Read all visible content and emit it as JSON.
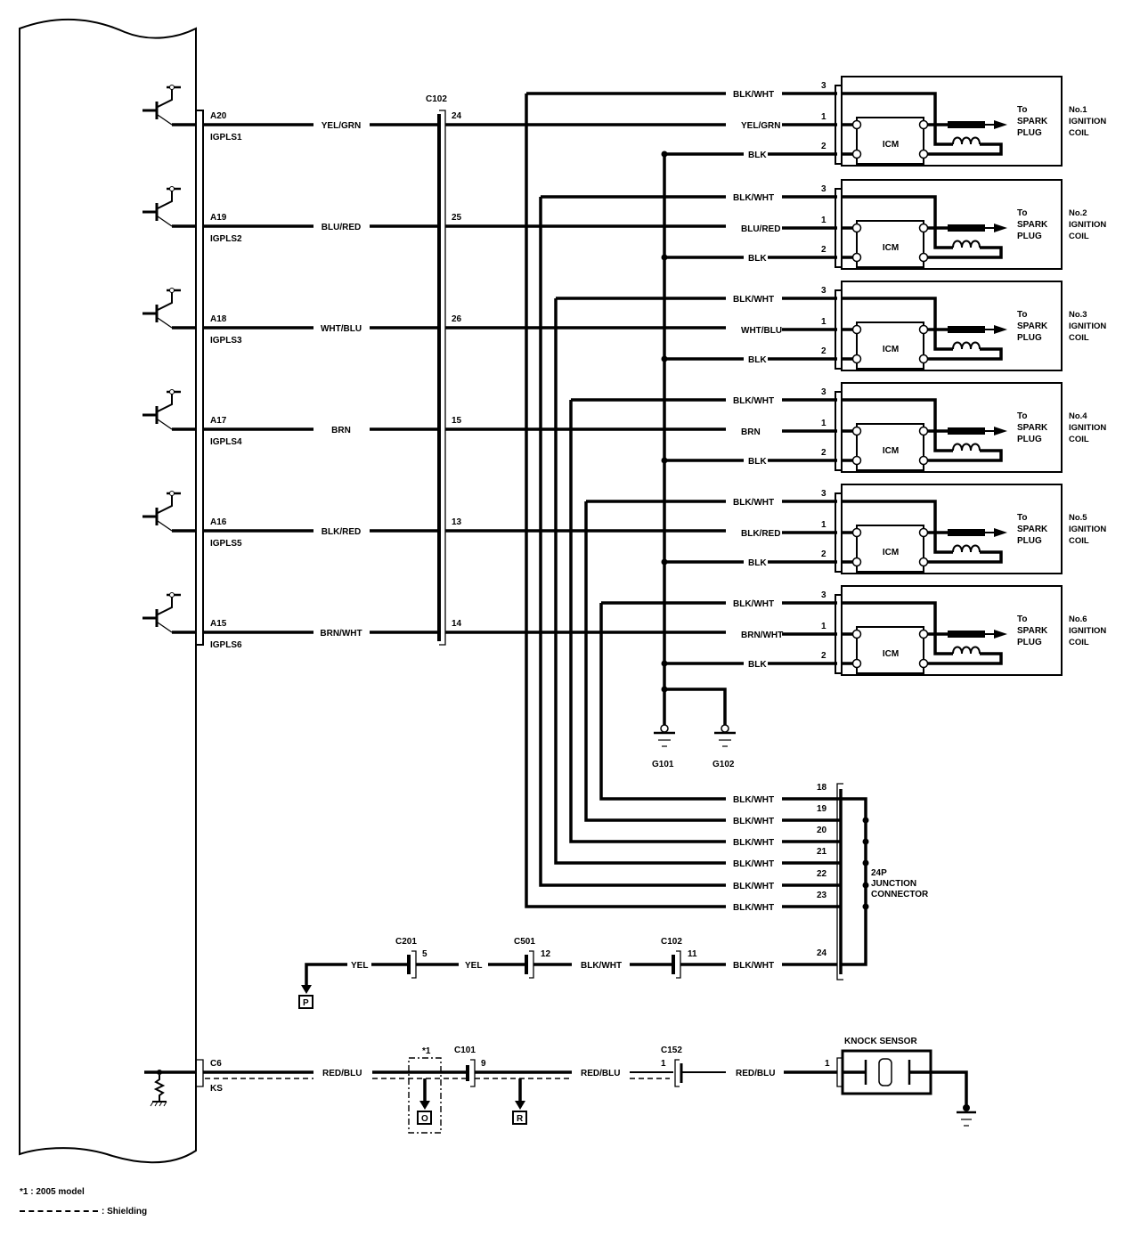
{
  "ecm": {
    "outputs": [
      {
        "pin": "A20",
        "signal": "IGPLS1",
        "wire": "YEL/GRN",
        "c102_pin": "24"
      },
      {
        "pin": "A19",
        "signal": "IGPLS2",
        "wire": "BLU/RED",
        "c102_pin": "25"
      },
      {
        "pin": "A18",
        "signal": "IGPLS3",
        "wire": "WHT/BLU",
        "c102_pin": "26"
      },
      {
        "pin": "A17",
        "signal": "IGPLS4",
        "wire": "BRN",
        "c102_pin": "15"
      },
      {
        "pin": "A16",
        "signal": "IGPLS5",
        "wire": "BLK/RED",
        "c102_pin": "13"
      },
      {
        "pin": "A15",
        "signal": "IGPLS6",
        "wire": "BRN/WHT",
        "c102_pin": "14"
      }
    ],
    "knock": {
      "pin": "C6",
      "signal": "KS",
      "wire": "RED/BLU"
    }
  },
  "connector_c102": {
    "label": "C102"
  },
  "coils": [
    {
      "name_line1": "No.1",
      "name_line2": "IGNITION",
      "name_line3": "COIL",
      "pin3_wire": "BLK/WHT",
      "pin1_wire": "YEL/GRN",
      "pin2_wire": "BLK"
    },
    {
      "name_line1": "No.2",
      "name_line2": "IGNITION",
      "name_line3": "COIL",
      "pin3_wire": "BLK/WHT",
      "pin1_wire": "BLU/RED",
      "pin2_wire": "BLK"
    },
    {
      "name_line1": "No.3",
      "name_line2": "IGNITION",
      "name_line3": "COIL",
      "pin3_wire": "BLK/WHT",
      "pin1_wire": "WHT/BLU",
      "pin2_wire": "BLK"
    },
    {
      "name_line1": "No.4",
      "name_line2": "IGNITION",
      "name_line3": "COIL",
      "pin3_wire": "BLK/WHT",
      "pin1_wire": "BRN",
      "pin2_wire": "BLK"
    },
    {
      "name_line1": "No.5",
      "name_line2": "IGNITION",
      "name_line3": "COIL",
      "pin3_wire": "BLK/WHT",
      "pin1_wire": "BLK/RED",
      "pin2_wire": "BLK"
    },
    {
      "name_line1": "No.6",
      "name_line2": "IGNITION",
      "name_line3": "COIL",
      "pin3_wire": "BLK/WHT",
      "pin1_wire": "BRN/WHT",
      "pin2_wire": "BLK"
    }
  ],
  "coil_common": {
    "pin3": "3",
    "pin1": "1",
    "pin2": "2",
    "icm_label": "ICM",
    "to_line1": "To",
    "to_line2": "SPARK",
    "to_line3": "PLUG"
  },
  "grounds": [
    {
      "label": "G101"
    },
    {
      "label": "G102"
    }
  ],
  "junction": {
    "label_line1": "24P",
    "label_line2": "JUNCTION",
    "label_line3": "CONNECTOR",
    "pins": [
      {
        "pin": "18",
        "wire": "BLK/WHT"
      },
      {
        "pin": "19",
        "wire": "BLK/WHT"
      },
      {
        "pin": "20",
        "wire": "BLK/WHT"
      },
      {
        "pin": "21",
        "wire": "BLK/WHT"
      },
      {
        "pin": "22",
        "wire": "BLK/WHT"
      },
      {
        "pin": "23",
        "wire": "BLK/WHT"
      },
      {
        "pin": "24",
        "wire": "BLK/WHT"
      }
    ]
  },
  "power_chain": {
    "ref": "P",
    "segments": [
      {
        "wire": "YEL"
      },
      {
        "connector": "C201",
        "pin": "5"
      },
      {
        "wire": "YEL"
      },
      {
        "connector": "C501",
        "pin": "12"
      },
      {
        "wire": "BLK/WHT"
      },
      {
        "connector": "C102",
        "pin": "11"
      },
      {
        "wire": "BLK/WHT"
      }
    ]
  },
  "knock_chain": {
    "wire1": "RED/BLU",
    "footnote_marker": "*1",
    "ref_o": "O",
    "c101": {
      "label": "C101",
      "pin": "9"
    },
    "ref_r": "R",
    "wire2": "RED/BLU",
    "c152": {
      "label": "C152",
      "pin": "1"
    },
    "wire3": "RED/BLU",
    "sensor_pin": "1",
    "sensor_label": "KNOCK SENSOR"
  },
  "legend": {
    "footnote": "*1 : 2005 model",
    "shielding": ": Shielding"
  }
}
